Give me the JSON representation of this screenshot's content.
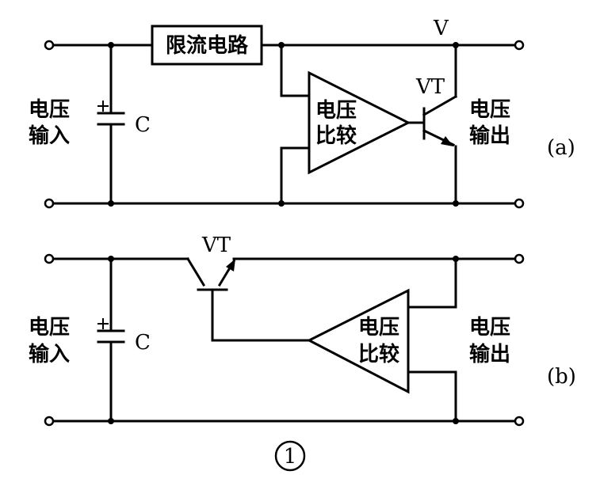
{
  "circuit_a": {
    "label": "(a)",
    "current_limiter": "限流电路",
    "supply_label": "V",
    "transistor": "VT",
    "comparator": [
      "电压",
      "比较"
    ],
    "input": [
      "电压",
      "输入"
    ],
    "output": [
      "电压",
      "输出"
    ],
    "capacitor": "C"
  },
  "circuit_b": {
    "label": "(b)",
    "transistor": "VT",
    "comparator": [
      "电压",
      "比较"
    ],
    "input": [
      "电压",
      "输入"
    ],
    "output": [
      "电压",
      "输出"
    ],
    "capacitor": "C"
  },
  "figure_number": "1"
}
